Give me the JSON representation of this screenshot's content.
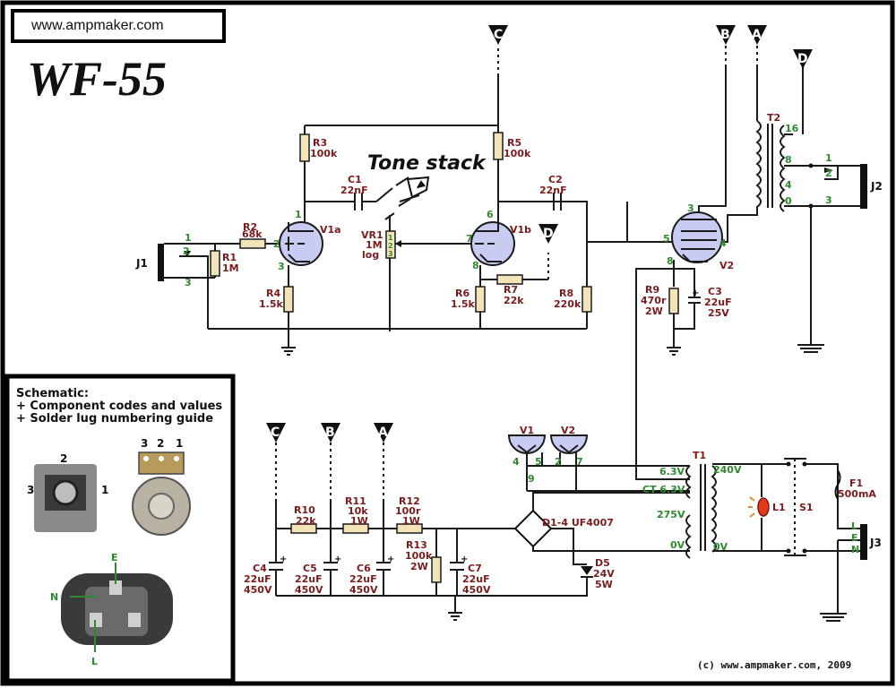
{
  "header": {
    "url": "www.ampmaker.com",
    "title": "WF-55",
    "copyright": "(c)  www.ampmaker.com, 2009"
  },
  "legend": {
    "line1": "Schematic:",
    "line2": "+ Component codes and values",
    "line3": "+ Solder lug numbering guide",
    "jack_pins": [
      "2",
      "3",
      "1"
    ],
    "pot_pins": [
      "3",
      "2",
      "1"
    ],
    "iec_labels": [
      "E",
      "N",
      "L"
    ]
  },
  "connectors": [
    "C",
    "B",
    "A",
    "D"
  ],
  "tone_stack": "Tone stack",
  "tubes": {
    "v1a": "V1a",
    "v1b": "V1b",
    "v2": "V2",
    "v1": "V1"
  },
  "components": {
    "j1": "J1",
    "j2": "J2",
    "j3": "J3",
    "r1": [
      "R1",
      "1M"
    ],
    "r2": [
      "R2",
      "68k"
    ],
    "r3": [
      "R3",
      "100k"
    ],
    "r4": [
      "R4",
      "1.5k"
    ],
    "r5": [
      "R5",
      "100k"
    ],
    "r6": [
      "R6",
      "1.5k"
    ],
    "r7": [
      "R7",
      "22k"
    ],
    "r8": [
      "R8",
      "220k"
    ],
    "r9": [
      "R9",
      "470r",
      "2W"
    ],
    "r10": [
      "R10",
      "22k"
    ],
    "r11": [
      "R11",
      "10k",
      "1W"
    ],
    "r12": [
      "R12",
      "100r",
      "1W"
    ],
    "r13": [
      "R13",
      "100k",
      "2W"
    ],
    "c1": [
      "C1",
      "22nF"
    ],
    "c2": [
      "C2",
      "22nF"
    ],
    "c3": [
      "C3",
      "22uF",
      "25V"
    ],
    "c4": [
      "C4",
      "22uF",
      "450V"
    ],
    "c5": [
      "C5",
      "22uF",
      "450V"
    ],
    "c6": [
      "C6",
      "22uF",
      "450V"
    ],
    "c7": [
      "C7",
      "22uF",
      "450V"
    ],
    "vr1": [
      "VR1",
      "1M",
      "log"
    ],
    "t1": "T1",
    "t2": "T2",
    "d14": "D1-4 UF4007",
    "d5": [
      "D5",
      "24V",
      "5W"
    ],
    "l1": "L1",
    "s1": "S1",
    "f1": [
      "F1",
      "500mA"
    ]
  },
  "transformer_taps": {
    "t1_secondary": [
      "6.3V",
      "CT 6.3V",
      "275V",
      "0V"
    ],
    "t1_primary": [
      "240V",
      "0V"
    ],
    "t2_taps": [
      "16",
      "8",
      "4",
      "0"
    ]
  },
  "jack_terminals": {
    "j2": [
      "1",
      "2",
      "3"
    ],
    "j3": [
      "L",
      "E",
      "N"
    ]
  },
  "colors": {
    "wire": "#1a1a1a",
    "label": "#7a1c1c",
    "pin": "#2f8a2f",
    "tube_fill": "#c9ccf2",
    "resistor_fill": "#f3e4b8",
    "lamp": "#e53a1a"
  }
}
